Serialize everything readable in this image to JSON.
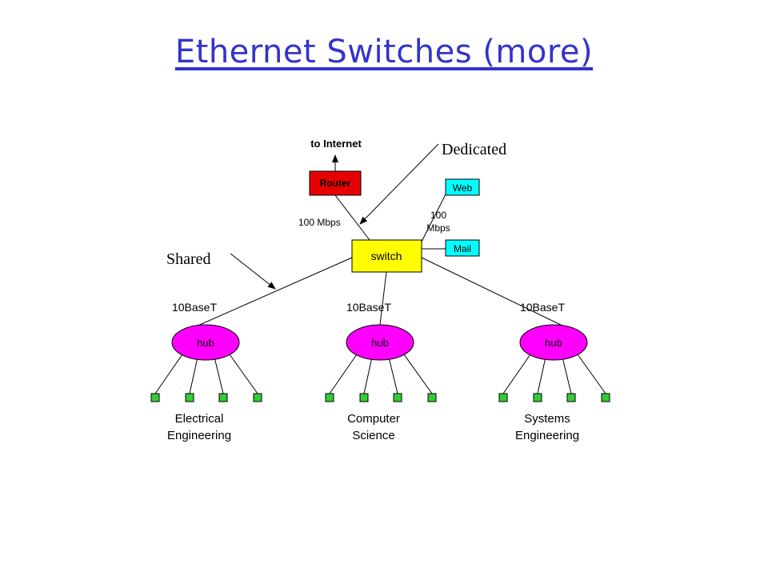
{
  "title": "Ethernet Switches (more)",
  "colors": {
    "title": "#3333cc",
    "router": "#e60000",
    "switch": "#ffff00",
    "server": "#00ffff",
    "hub": "#ff00ff",
    "host": "#33cc33",
    "line": "#000000"
  },
  "diagram": {
    "internet_label": "to Internet",
    "router_label": "Router",
    "switch_label": "switch",
    "web_label": "Web",
    "mail_label": "Mail",
    "uplink_speed": "100 Mbps",
    "server_speed_line1": "100",
    "server_speed_line2": "Mbps",
    "annotations": {
      "dedicated": "Dedicated",
      "shared": "Shared"
    },
    "departments": [
      {
        "hub_label": "hub",
        "link_label": "10BaseT",
        "name_line1": "Electrical",
        "name_line2": "Engineering"
      },
      {
        "hub_label": "hub",
        "link_label": "10BaseT",
        "name_line1": "Computer",
        "name_line2": "Science"
      },
      {
        "hub_label": "hub",
        "link_label": "10BaseT",
        "name_line1": "Systems",
        "name_line2": "Engineering"
      }
    ]
  }
}
